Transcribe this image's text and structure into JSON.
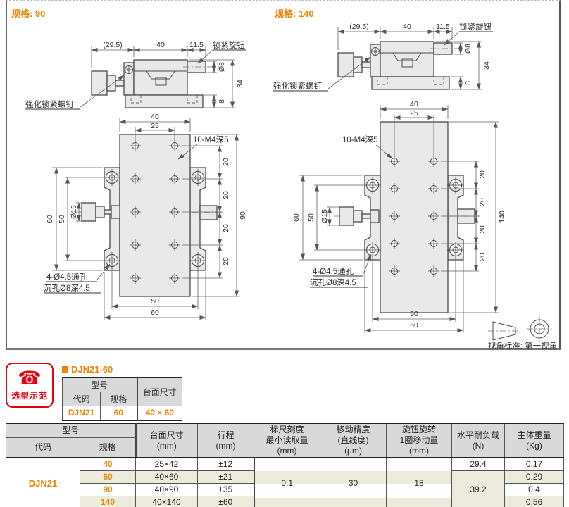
{
  "drawing_section": {
    "panels": [
      {
        "title": "规格: 90",
        "overall": "90"
      },
      {
        "title": "规格: 140",
        "overall": "140"
      }
    ],
    "labels": {
      "dim_29_5": "(29.5)",
      "dim_40": "40",
      "dim_11_5": "11.5",
      "lock_knob": "锁紧旋钮",
      "dia_8": "Ø8",
      "dim_34": "34",
      "dim_8": "8",
      "reinforced_screw": "强化锁紧螺钉",
      "dim_25": "25",
      "tapped_holes": "10-M4深5",
      "dim_20": "20",
      "dim_60": "60",
      "dim_50": "50",
      "dia_15": "Ø15",
      "through_hole_line1": "4-Ø4.5通孔",
      "through_hole_line2": "沉孔Ø8深4.5"
    },
    "view_standard": "视角标准: 第一视角"
  },
  "selection_example": {
    "badge_label": "选型示范",
    "phone_icon": "☎",
    "title": "DJN21-60",
    "table": {
      "model_header": "型号",
      "code_header": "代码",
      "spec_header": "规格",
      "size_header": "台面尺寸",
      "code": "DJN21",
      "spec": "60",
      "size": "40 × 60"
    }
  },
  "spec_table": {
    "headers": {
      "model": "型号",
      "code": "代码",
      "spec": "规格",
      "size": "台面尺寸",
      "size_unit": "(mm)",
      "travel": "行程",
      "travel_unit": "(mm)",
      "scale_l1": "标尺刻度",
      "scale_l2": "最小读取量",
      "scale_unit": "(mm)",
      "acc_l1": "移动精度",
      "acc_l2": "(直线度)",
      "acc_unit": "(μm)",
      "knob_l1": "旋钮旋转",
      "knob_l2": "1圈移动量",
      "knob_unit": "(mm)",
      "load": "水平耐负载",
      "load_unit": "(N)",
      "weight": "主体重量",
      "weight_unit": "(Kg)"
    },
    "code": "DJN21",
    "rows": [
      {
        "spec": "40",
        "size": "25×42",
        "travel": "±12",
        "weight": "0.17"
      },
      {
        "spec": "60",
        "size": "40×60",
        "travel": "±21",
        "weight": "0.29"
      },
      {
        "spec": "90",
        "size": "40×90",
        "travel": "±35",
        "weight": "0.4"
      },
      {
        "spec": "140",
        "size": "40×140",
        "travel": "±60",
        "weight": "0.56"
      }
    ],
    "scale_reading": "0.1",
    "accuracy": "30",
    "per_turn": "18",
    "load_40": "29.4",
    "load_rest": "39.2"
  },
  "colors": {
    "accent_orange": "#ef8200",
    "badge_red": "#e60012",
    "stripe_beige": "#edebdb",
    "header_gray": "#d9d9d9"
  }
}
